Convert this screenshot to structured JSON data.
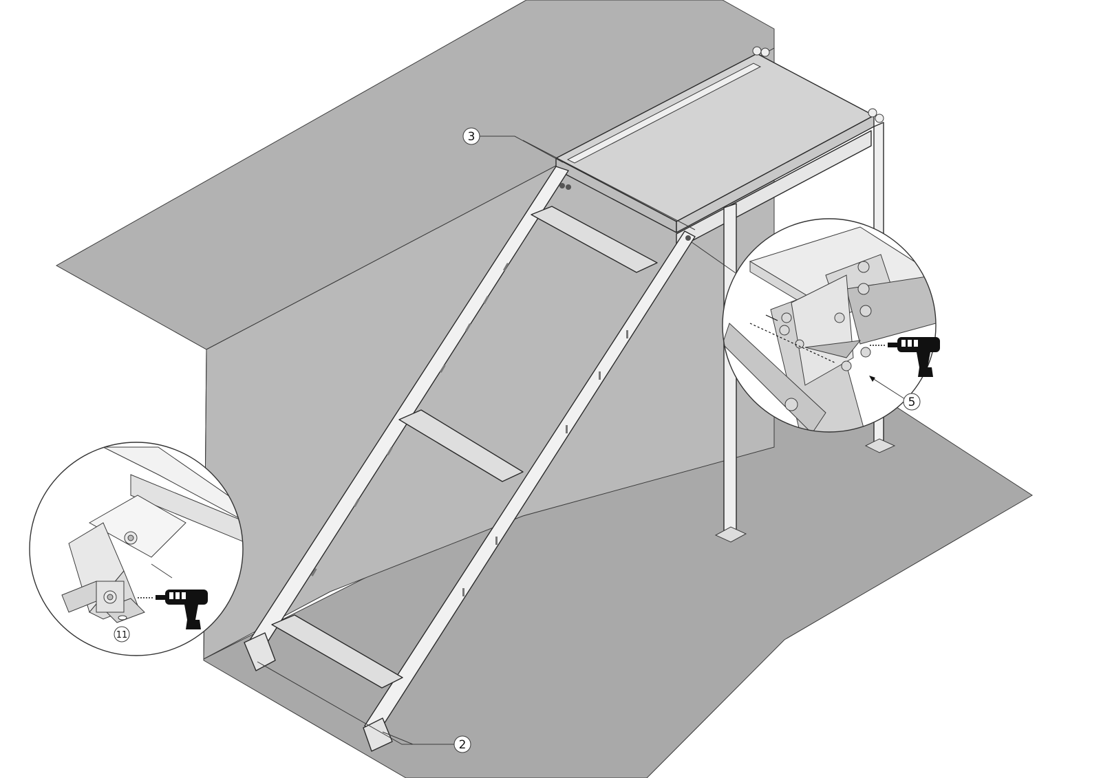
{
  "callouts": {
    "top_rail": "3",
    "bottom_feet": "2",
    "bracket_bolts": "5",
    "anchor_plate": "11"
  },
  "icons": {
    "drill": "drill-icon"
  },
  "colors": {
    "floor": "#a9a9a9",
    "walls": "#b5b5b5",
    "deck": "#d3d3d3",
    "metal": "#efefef",
    "outline": "#2a2a2a",
    "detail_bg": "#ffffff"
  }
}
